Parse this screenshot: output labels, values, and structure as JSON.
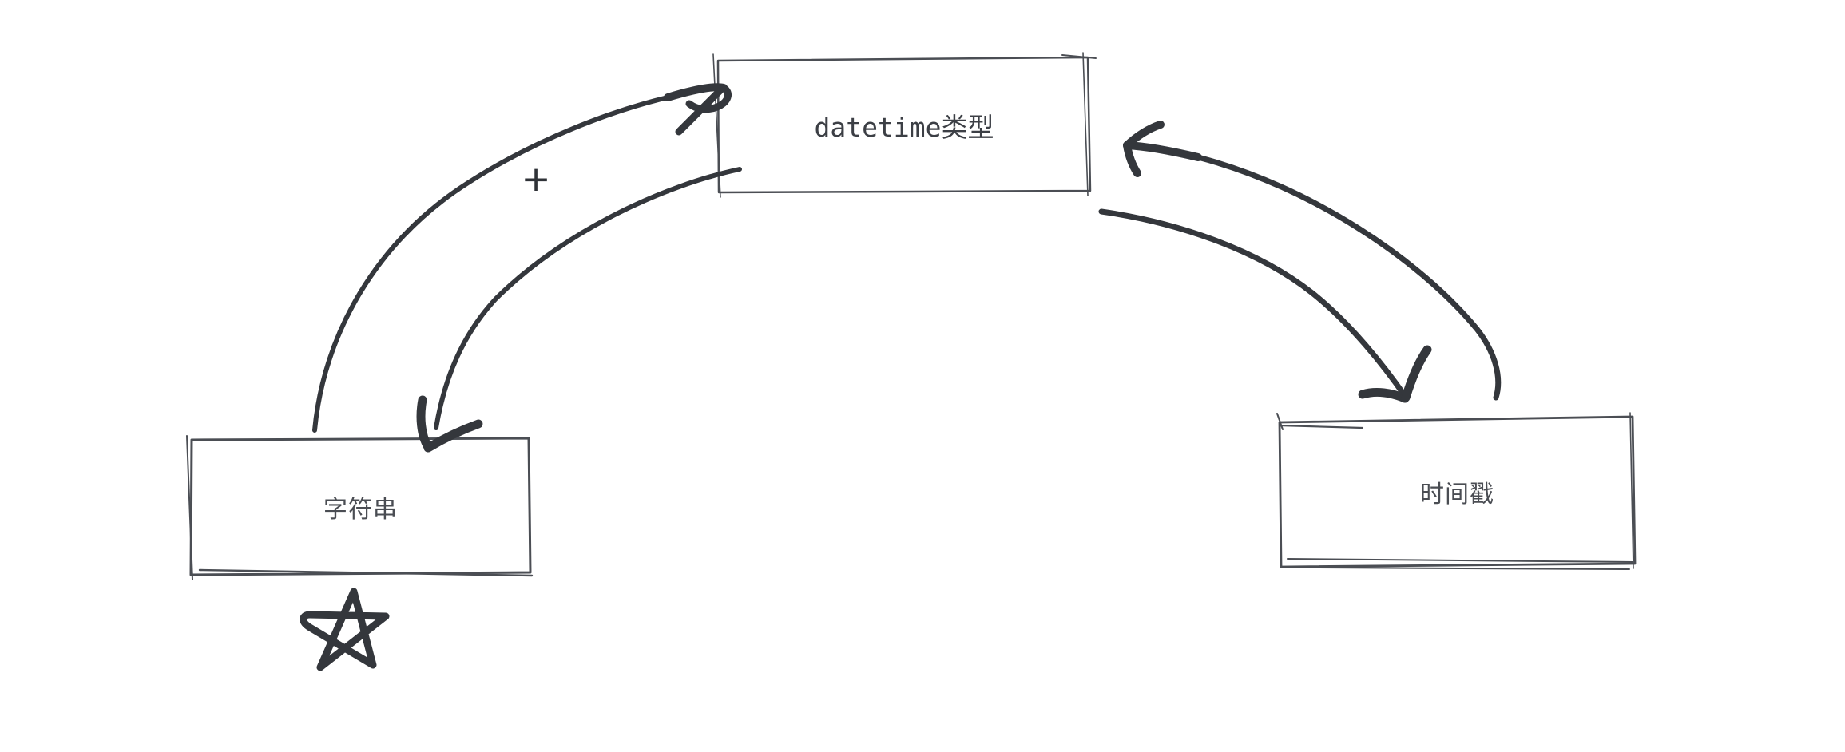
{
  "canvas": {
    "background": "#ffffff",
    "stroke_color": "#34373c",
    "box_stroke_color": "#4b4e54",
    "text_color": "#45484e"
  },
  "nodes": {
    "datetime": {
      "label": "datetime类型"
    },
    "string": {
      "label": "字符串"
    },
    "timestamp": {
      "label": "时间戳"
    }
  },
  "annotations": {
    "plus": "+",
    "star": "five-point-star-doodle"
  },
  "edges": [
    {
      "from": "字符串",
      "to": "datetime类型",
      "style": "hand-drawn curved arrow"
    },
    {
      "from": "datetime类型",
      "to": "字符串",
      "style": "hand-drawn curved arrow"
    },
    {
      "from": "datetime类型",
      "to": "时间戳",
      "style": "hand-drawn curved arrow"
    },
    {
      "from": "时间戳",
      "to": "datetime类型",
      "style": "hand-drawn curved arrow"
    }
  ]
}
